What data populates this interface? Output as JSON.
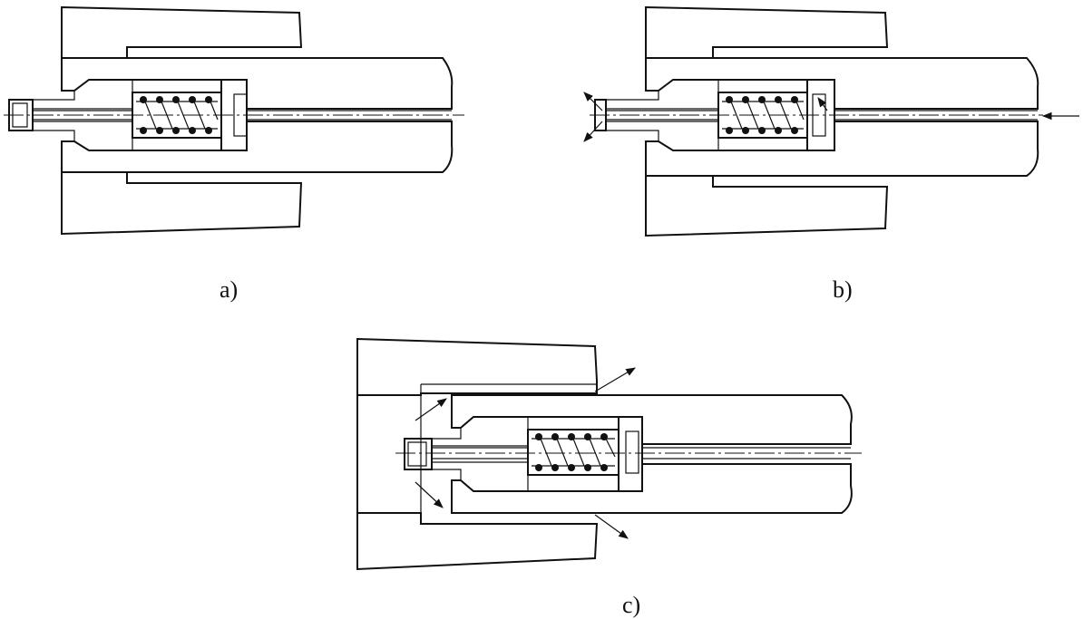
{
  "figure": {
    "panels": [
      {
        "id": "a",
        "caption": "a)"
      },
      {
        "id": "b",
        "caption": "b)"
      },
      {
        "id": "c",
        "caption": "c)"
      }
    ]
  }
}
